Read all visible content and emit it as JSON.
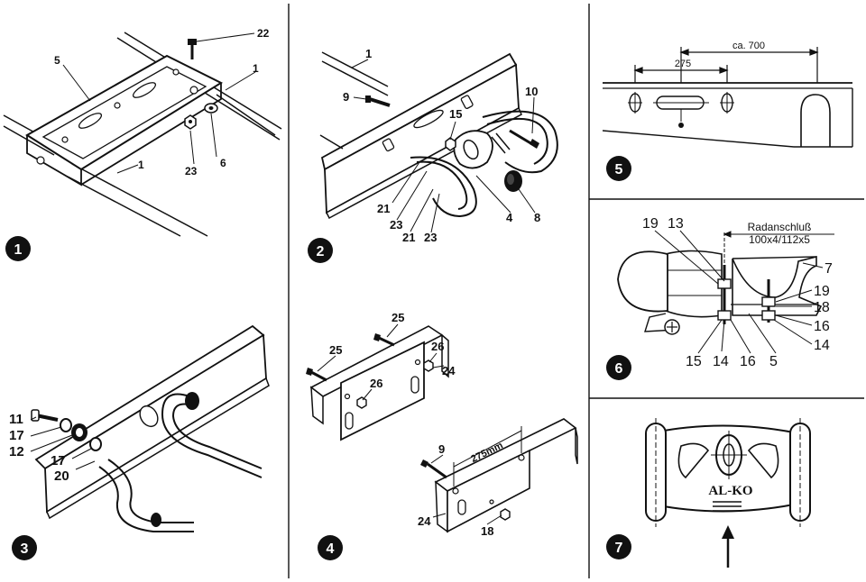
{
  "panels": {
    "p1": {
      "number": "1",
      "labels": {
        "a": "22",
        "b": "5",
        "c": "1",
        "d": "1",
        "e": "23",
        "f": "6"
      }
    },
    "p2": {
      "number": "2",
      "labels": {
        "a": "1",
        "b": "9",
        "c": "15",
        "d": "10",
        "e": "21",
        "f": "23",
        "g": "21",
        "h": "23",
        "i": "4",
        "j": "8"
      }
    },
    "p3": {
      "number": "3",
      "labels": {
        "a": "11",
        "b": "17",
        "c": "12",
        "d": "17",
        "e": "20"
      }
    },
    "p4": {
      "number": "4",
      "labels": {
        "a": "25",
        "b": "25",
        "c": "26",
        "d": "24",
        "e": "26",
        "f": "9",
        "g": "24",
        "h": "18"
      },
      "dimension": "275mm"
    },
    "p5": {
      "number": "5",
      "dim_outer": "ca. 700",
      "dim_inner": "275"
    },
    "p6": {
      "number": "6",
      "caption_line1": "Radanschluß",
      "caption_line2": "100x4/112x5",
      "labels": {
        "a": "19",
        "b": "13",
        "c": "7",
        "d": "19",
        "e": "18",
        "f": "16",
        "g": "14",
        "h": "15",
        "i": "14",
        "j": "16",
        "k": "5"
      }
    },
    "p7": {
      "number": "7",
      "brand": "AL-KO"
    }
  }
}
